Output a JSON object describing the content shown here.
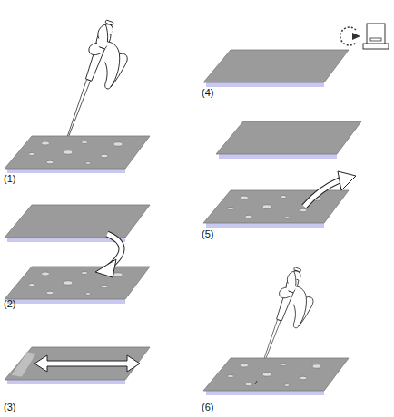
{
  "diagram": {
    "labels": [
      "(1)",
      "(2)",
      "(3)",
      "(4)",
      "(5)",
      "(6)"
    ]
  }
}
